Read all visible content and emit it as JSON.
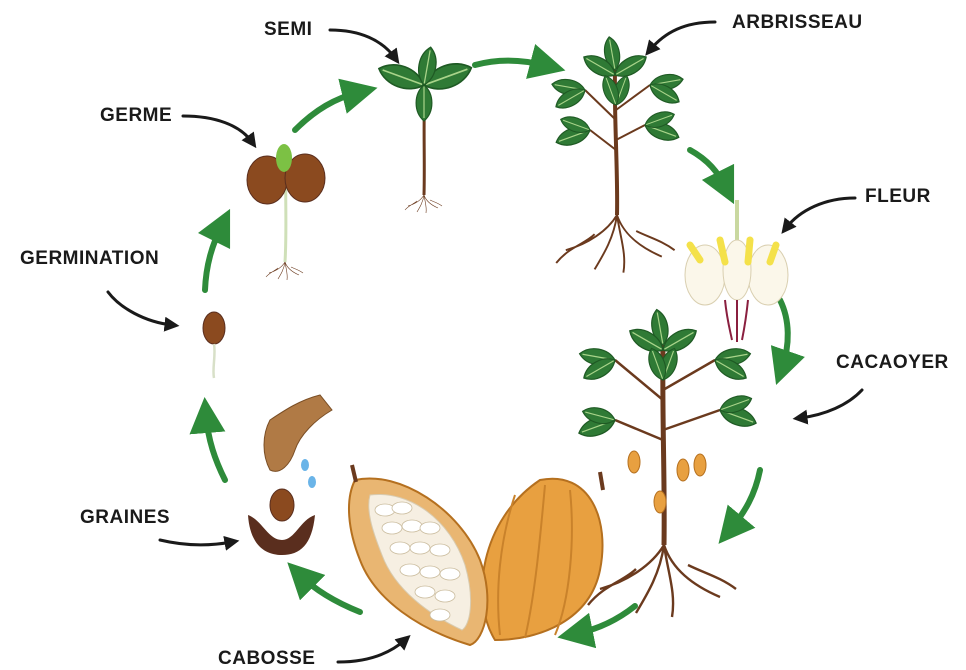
{
  "stages": {
    "semi": "SEMI",
    "arbrisseau": "ARBRISSEAU",
    "germe": "GERME",
    "fleur": "FLEUR",
    "germination": "GERMINATION",
    "cacaoyer": "CACAOYER",
    "graines": "GRAINES",
    "cabosse": "CABOSSE"
  },
  "colors": {
    "cycle_arrow": "#2e8b3a",
    "label_arrow": "#1a1a1a",
    "leaf": "#2f7a35",
    "trunk": "#6b3a1e",
    "pod": "#e8a040",
    "seed": "#8b4a1f",
    "flower": "#f4e14a",
    "water": "#6ab4e8"
  }
}
